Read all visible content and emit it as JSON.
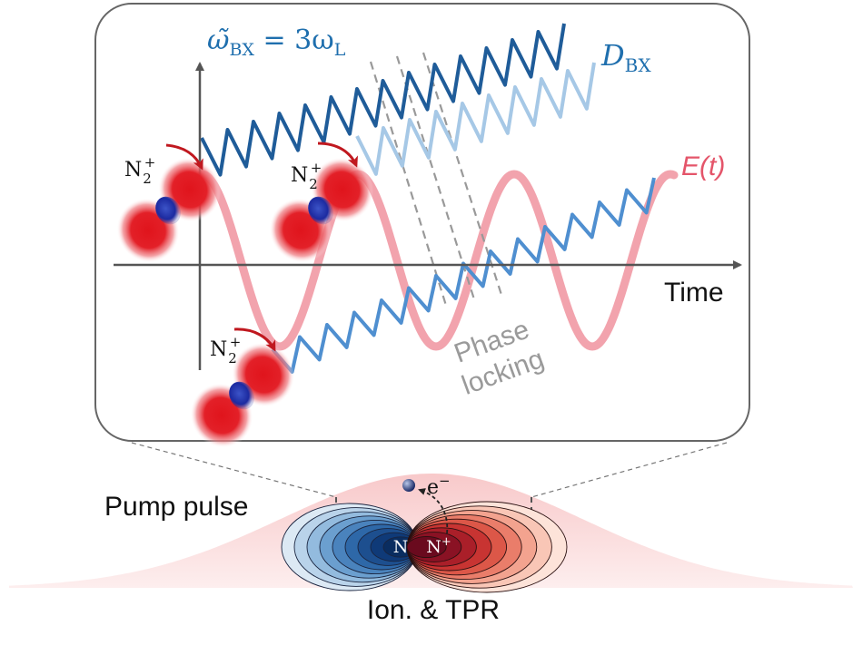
{
  "labels": {
    "omega_main": "ω̃",
    "omega_sub": "BX",
    "omega_eq": " = 3ω",
    "omega_sub2": "L",
    "d_main": "D",
    "d_sub": "BX",
    "field": "E(t)",
    "time_axis": "Time",
    "phase_line1": "Phase",
    "phase_line2": "locking",
    "n2_main": "N",
    "n2_sub": "2",
    "n2_sup": "+",
    "pump": "Pump pulse",
    "ion_tpr": "Ion. & TPR",
    "atom_n": "N",
    "atom_nplus": "N",
    "atom_nplus_sup": "+",
    "electron": "e",
    "electron_sup": "−"
  },
  "colors": {
    "dark_blue": "#1f5c99",
    "light_blue": "#a6c8e6",
    "mid_blue": "#4f8fd0",
    "field_pink": "#f2a3ad",
    "field_text": "#e4556a",
    "arrow_red": "#c0181f",
    "phase_gray": "#9a9a9a",
    "axis_gray": "#555555"
  }
}
